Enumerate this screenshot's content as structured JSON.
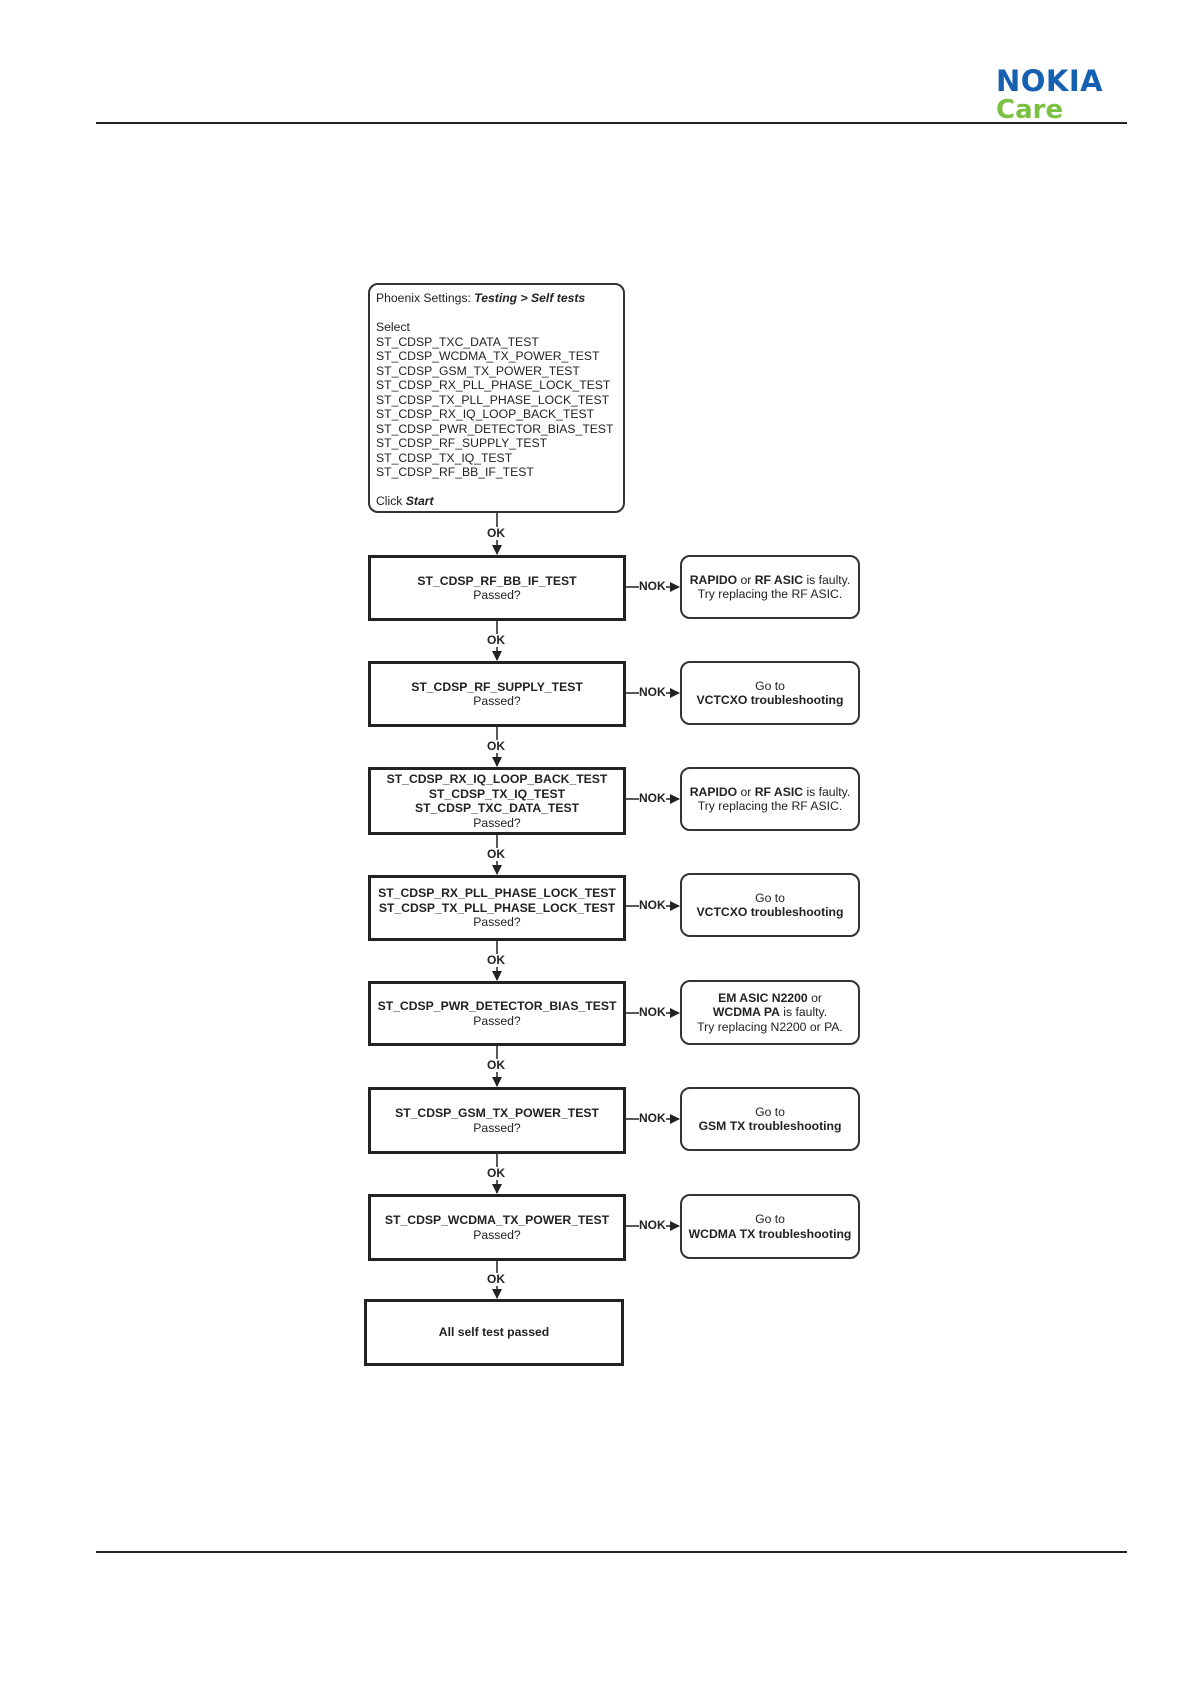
{
  "header": {
    "brand": "NOKIA",
    "brand_sub": "Care"
  },
  "colors": {
    "brand_blue": "#1660b2",
    "brand_green": "#7ac143"
  },
  "start": {
    "title_prefix": "Phoenix Settings: ",
    "title_path": "Testing > Self tests",
    "select_label": "Select",
    "tests": [
      "ST_CDSP_TXC_DATA_TEST",
      "ST_CDSP_WCDMA_TX_POWER_TEST",
      "ST_CDSP_GSM_TX_POWER_TEST",
      "ST_CDSP_RX_PLL_PHASE_LOCK_TEST",
      "ST_CDSP_TX_PLL_PHASE_LOCK_TEST",
      "ST_CDSP_RX_IQ_LOOP_BACK_TEST",
      "ST_CDSP_PWR_DETECTOR_BIAS_TEST",
      "ST_CDSP_RF_SUPPLY_TEST",
      "ST_CDSP_TX_IQ_TEST",
      "ST_CDSP_RF_BB_IF_TEST"
    ],
    "click_label": "Click ",
    "click_action": "Start"
  },
  "labels": {
    "ok": "OK",
    "nok": "NOK",
    "passed": "Passed?"
  },
  "steps": [
    {
      "tests": [
        "ST_CDSP_RF_BB_IF_TEST"
      ],
      "fail": {
        "line1_b1": "RAPIDO",
        "line1_t1": " or ",
        "line1_b2": "RF ASIC",
        "line1_t2": " is faulty.",
        "line2": "Try replacing the RF ASIC."
      }
    },
    {
      "tests": [
        "ST_CDSP_RF_SUPPLY_TEST"
      ],
      "fail": {
        "goto": "Go to",
        "target": "VCTCXO troubleshooting"
      }
    },
    {
      "tests": [
        "ST_CDSP_RX_IQ_LOOP_BACK_TEST",
        "ST_CDSP_TX_IQ_TEST",
        "ST_CDSP_TXC_DATA_TEST"
      ],
      "fail": {
        "line1_b1": "RAPIDO",
        "line1_t1": " or ",
        "line1_b2": "RF ASIC",
        "line1_t2": " is faulty.",
        "line2": "Try replacing the RF ASIC."
      }
    },
    {
      "tests": [
        "ST_CDSP_RX_PLL_PHASE_LOCK_TEST",
        "ST_CDSP_TX_PLL_PHASE_LOCK_TEST"
      ],
      "fail": {
        "goto": "Go to",
        "target": "VCTCXO troubleshooting"
      }
    },
    {
      "tests": [
        "ST_CDSP_PWR_DETECTOR_BIAS_TEST"
      ],
      "fail": {
        "l1_b": "EM ASIC N2200",
        "l1_t": " or",
        "l2_b": "WCDMA PA",
        "l2_t": " is faulty.",
        "l3": "Try replacing N2200 or PA."
      }
    },
    {
      "tests": [
        "ST_CDSP_GSM_TX_POWER_TEST"
      ],
      "fail": {
        "goto": "Go to",
        "target": "GSM TX troubleshooting"
      }
    },
    {
      "tests": [
        "ST_CDSP_WCDMA_TX_POWER_TEST"
      ],
      "fail": {
        "goto": "Go to",
        "target": "WCDMA TX troubleshooting"
      }
    }
  ],
  "end": {
    "label": "All self test passed"
  }
}
